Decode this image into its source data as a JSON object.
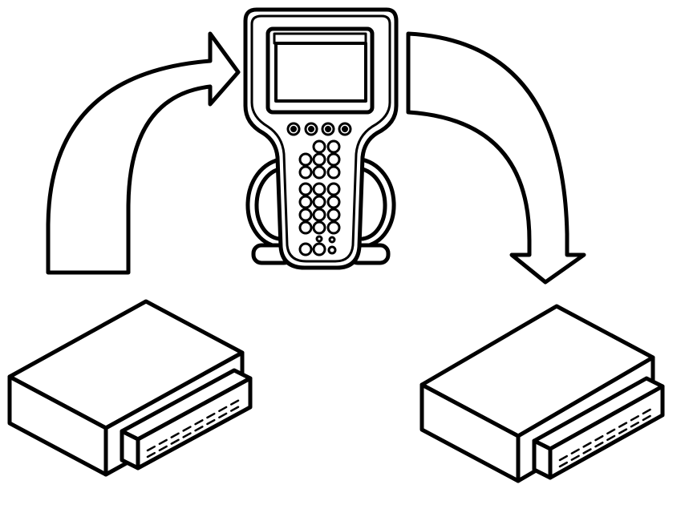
{
  "diagram": {
    "stroke_color": "#000000",
    "fill_color": "#ffffff",
    "screen_fill": "#ffffff",
    "components": [
      {
        "name": "scan-tool",
        "icon": "handheld-scan-tool-icon"
      },
      {
        "name": "source-module",
        "icon": "control-module-icon"
      },
      {
        "name": "target-module",
        "icon": "control-module-icon"
      }
    ],
    "arrows": [
      {
        "name": "upload-arrow",
        "direction": "up-right",
        "icon": "curved-arrow-icon"
      },
      {
        "name": "download-arrow",
        "direction": "down",
        "icon": "curved-arrow-icon"
      }
    ]
  }
}
